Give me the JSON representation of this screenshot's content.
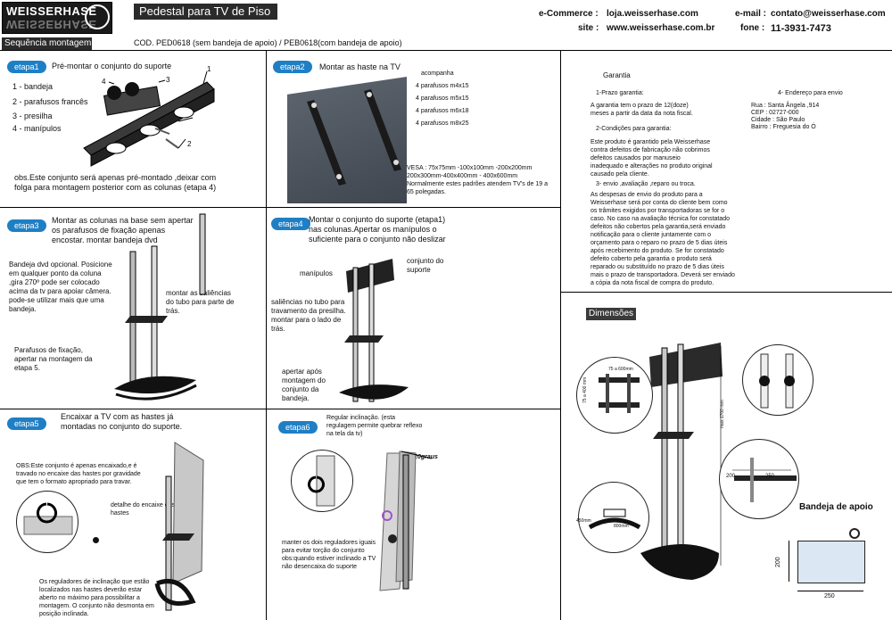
{
  "header": {
    "logo_top": "WEISSERHASE",
    "logo_mirror": "WEISSERHASE",
    "title": "Pedestal para TV de Piso",
    "sequence": "Sequência montagem",
    "code": "COD. PED0618 (sem bandeja de apoio) / PEB0618(com bandeja de apoio)",
    "ecommerce_label": "e-Commerce :",
    "ecommerce_value": "loja.weisserhase.com",
    "site_label": "site :",
    "site_value": "www.weisserhase.com.br",
    "email_label": "e-mail :",
    "email_value": "contato@weisserhase.com",
    "phone_label": "fone :",
    "phone_value": "11-3931-7473"
  },
  "steps": {
    "etapa1": {
      "label": "etapa1",
      "title": "Pré-montar o conjunto do suporte",
      "parts": [
        "1 - bandeja",
        "2 - parafusos francês",
        "3 - presilha",
        "4 - manípulos"
      ],
      "callouts": [
        "1",
        "2",
        "3",
        "4"
      ],
      "note": "obs.Este conjunto será  apenas pré-montado ,deixar com folga para montagem posterior com as colunas (etapa 4)"
    },
    "etapa2": {
      "label": "etapa2",
      "title": "Montar as haste na TV",
      "accompanies": "acompanha",
      "screws": [
        "4 parafusos m4x15",
        "4 parafusos m5x15",
        "4 parafusos m6x18",
        "4 parafusos m8x25"
      ],
      "vesa": "VESA : 75x75mm -100x100mm -200x200mm 200x300mm-400x400mm - 400x600mm Normalmente estes padrões atendem TV's de 19 a  65 polegadas."
    },
    "etapa3": {
      "label": "etapa3",
      "title": "Montar as colunas na base sem apertar os parafusos de fixação apenas encostar. montar bandeja dvd",
      "tray_note": "Bandeja dvd opcional. Posicione em qualquer ponto da coluna ,gira  270º pode ser colocado acima da tv para apoiar câmera. pode-se utilizar mais que uma bandeja.",
      "slot_note": "montar as saliências do tubo para parte de trás.",
      "screw_note": "Parafusos de fixação, apertar na montagem da etapa 5."
    },
    "etapa4": {
      "label": "etapa4",
      "title": "Montar o conjunto do suporte (etapa1) nas colunas.Apertar os manípulos o suficiente para o conjunto não deslizar",
      "knobs": "manípulos",
      "support": "conjunto do suporte",
      "ribs": "saliências no tubo para travamento da presilha. montar para o lado de trás.",
      "tighten": "apertar após montagem do conjunto da bandeja."
    },
    "etapa5": {
      "label": "etapa5",
      "title": "Encaixar a TV com as hastes já montadas no conjunto do suporte.",
      "note": "OBS:Este conjunto é apenas encaixado,e é travado no encaixe das hastes por gravidade que tem o formato apropriado para travar.",
      "detail": "detalhe do encaixe das hastes",
      "regulators": "Os reguladores de inclinação que estão localizados nas hastes deverão estar aberto no máximo para possibilitar a montagem. O conjunto não desmonta em posição inclinada."
    },
    "etapa6": {
      "label": "etapa6",
      "title": "Regular inclinação. (esta regulagem permite quebrar reflexo na tela da tv)",
      "angle": "até 20graus",
      "note": "manter os dois reguladores iguais para evitar torção do conjunto obs:quando estiver inclinado a TV não desencaixa do suporte"
    }
  },
  "warranty": {
    "title": "Garantia",
    "s1_title": "1-Prazo garantia:",
    "s1_text": "A garantia tem o prazo de 12(doze) meses a partir da data da nota fiscal.",
    "s2_title": "2-Condições para garantia:",
    "s2_text": "Este produto é garantido pela Weisserhase contra defeitos de fabricação não cobrimos defeitos causados por manuseio inadequado e alterações no produto original causado pela cliente.",
    "s3_title": "3- envio ,avaliação ,reparo ou troca.",
    "s3_text": "As despesas de envio do produto para a Weisserhase será por conta do cliente bem como os trâmites exigidos por transportadoras se for o caso. No caso na avaliação técnica for constatado defeitos não cobertos pela garantia,será enviado notificação para o cliente juntamente com o orçamento para o reparo no prazo de 5 dias úteis após recebimento do produto. Se for constatado defeito coberto pela garantia o produto será reparado ou substituído no prazo de 5 dias úteis mais o prazo de transportadora. Deverá ser enviado a cópia da nota fiscal de compra do produto.",
    "s4_title": "4- Endereço para envio",
    "address": [
      "Rua : Santa Ângela ,914",
      "CEP : 02727-000",
      "Cidade : São Paulo",
      "Bairro  :  Freguesia do Ó"
    ]
  },
  "dimensions": {
    "title": "Dimensões",
    "bracket_w": "75 a 600mm",
    "bracket_h": "75 a 400 mm",
    "height": "max.1700 mm",
    "base_w": "800mm",
    "base_h": "450mm",
    "d200": "200",
    "d250": "250",
    "tray_title": "Bandeja de apoio",
    "tray_h": "200",
    "tray_w": "250"
  }
}
